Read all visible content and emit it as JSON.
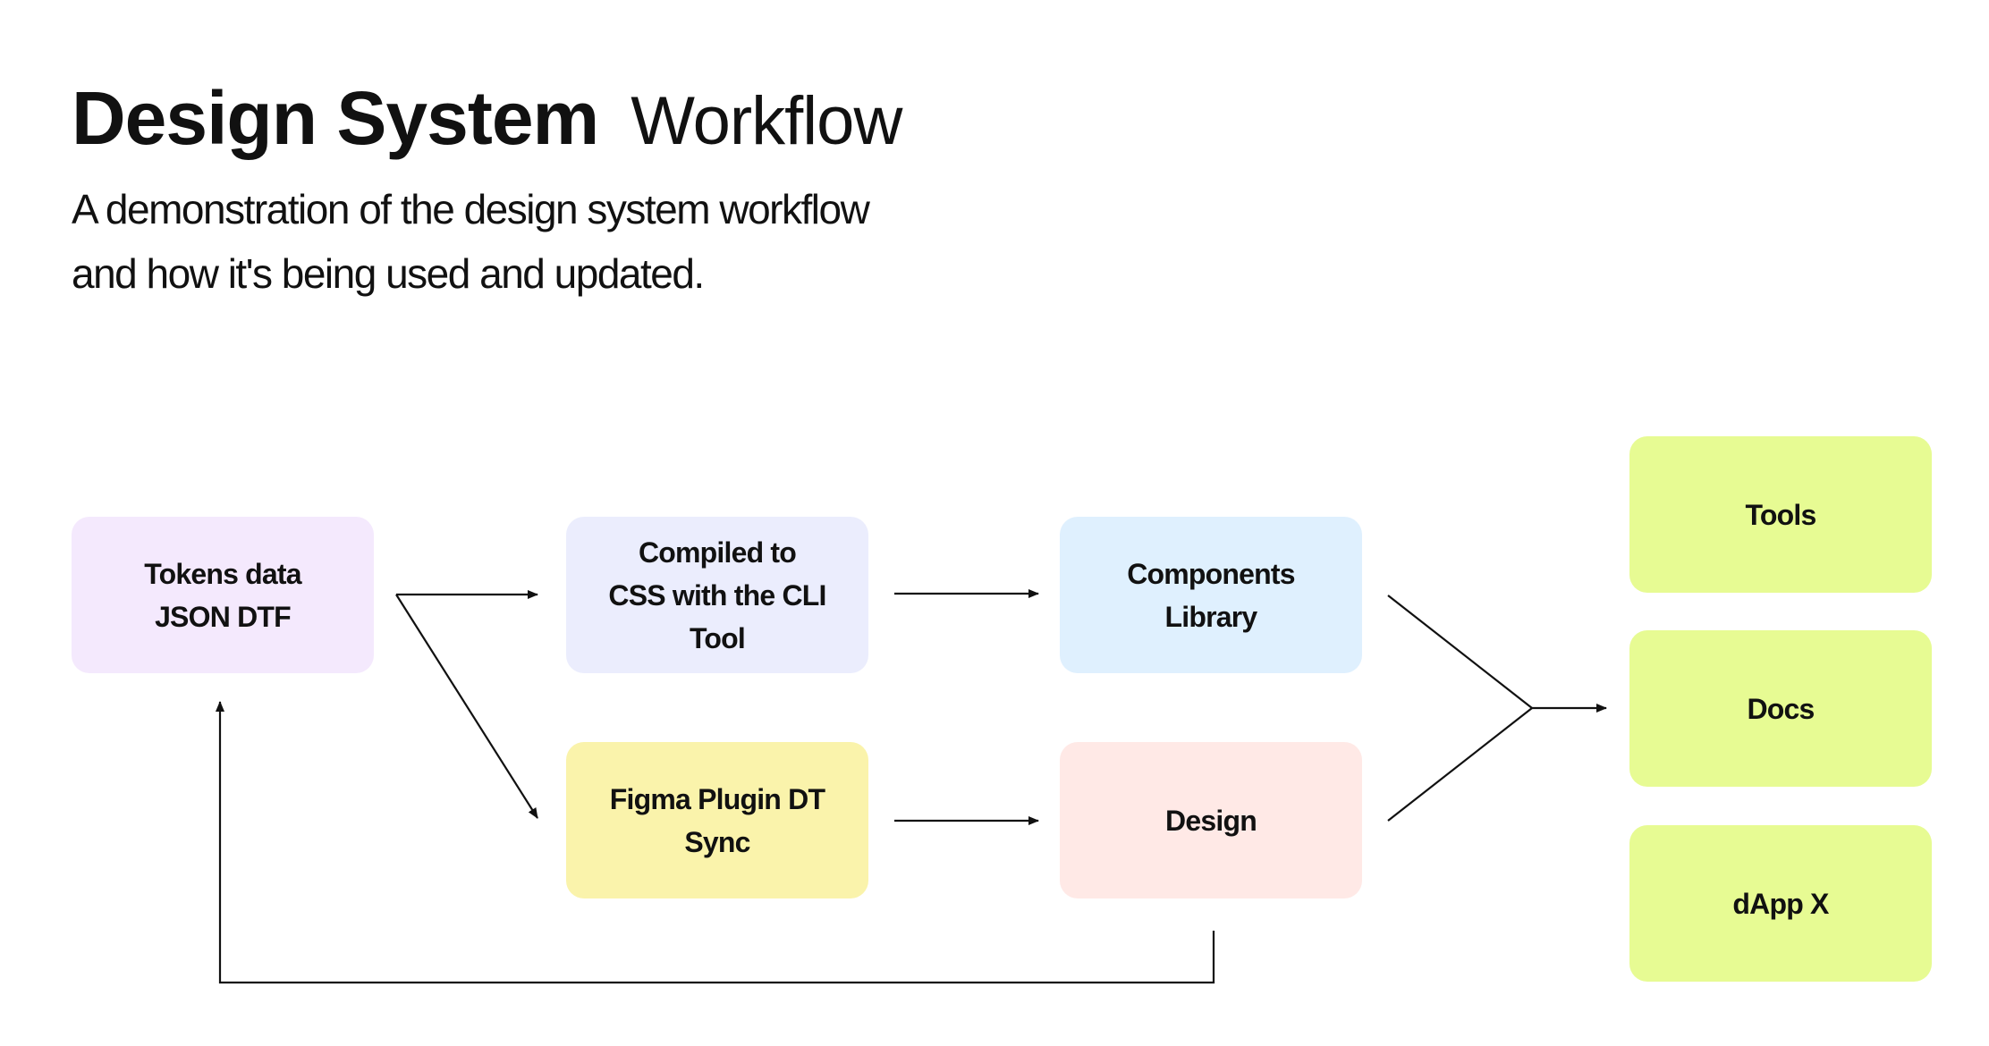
{
  "header": {
    "title_strong": "Design System",
    "title_light": "Workflow",
    "subtitle_lines": [
      "A demonstration of the design system workflow",
      "and how it's being used and updated."
    ]
  },
  "nodes": {
    "tokens": "Tokens data\nJSON DTF",
    "compiled": "Compiled to\nCSS with the CLI\nTool",
    "components": "Components\nLibrary",
    "figma": "Figma Plugin DT\nSync",
    "design": "Design",
    "tools": "Tools",
    "docs": "Docs",
    "dapp": "dApp X"
  },
  "colors": {
    "tokens": "#f4e9fd",
    "compiled": "#ebedfd",
    "components": "#dff0fe",
    "figma": "#faf3ab",
    "design": "#ffe9e6",
    "outputs": "#e7fb93",
    "line": "#111111"
  },
  "edges": [
    {
      "from": "tokens",
      "to": "compiled"
    },
    {
      "from": "tokens",
      "to": "figma"
    },
    {
      "from": "compiled",
      "to": "components"
    },
    {
      "from": "figma",
      "to": "design"
    },
    {
      "from": "components",
      "to": "docs"
    },
    {
      "from": "design",
      "to": "docs"
    },
    {
      "from": "design",
      "to": "tokens"
    }
  ]
}
